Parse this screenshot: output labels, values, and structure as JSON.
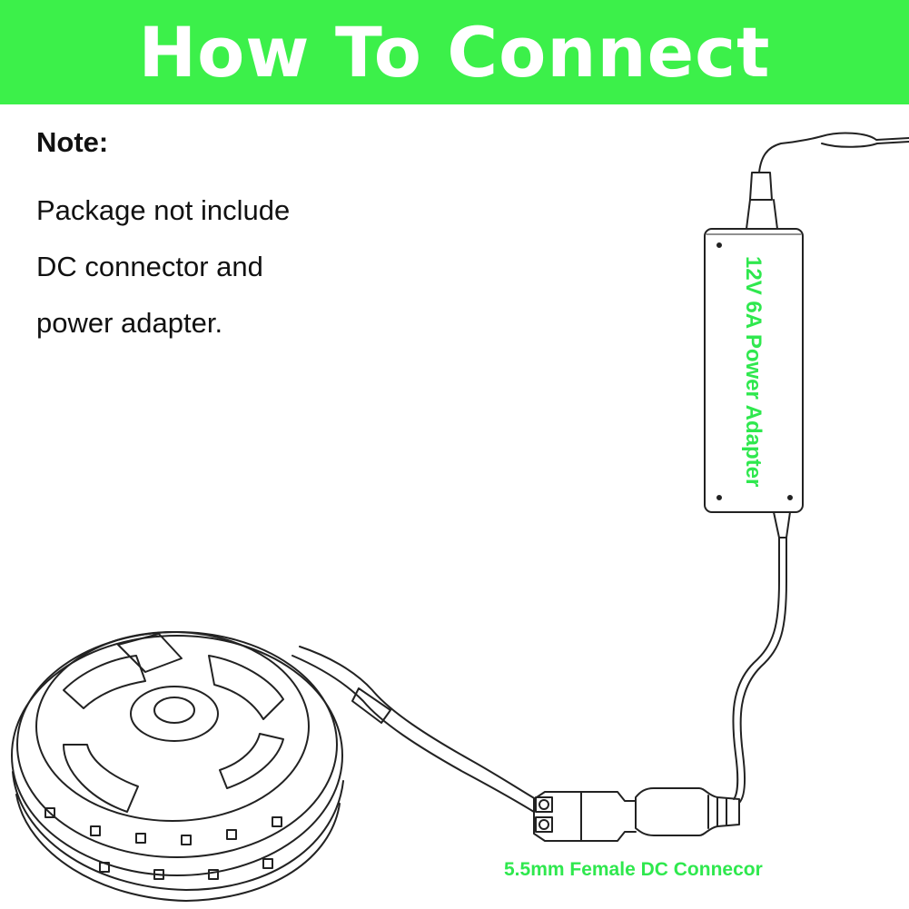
{
  "header": {
    "title": "How To Connect",
    "bg_color": "#3cf04a",
    "text_color": "#ffffff"
  },
  "note": {
    "title": "Note:",
    "lines": [
      "Package not include",
      "DC connector and",
      "power adapter."
    ]
  },
  "diagram": {
    "adapter_label": "12V 6A Power Adapter",
    "connector_label": "5.5mm Female DC Connecor",
    "label_color": "#2fe84e",
    "line_color": "#222222"
  }
}
